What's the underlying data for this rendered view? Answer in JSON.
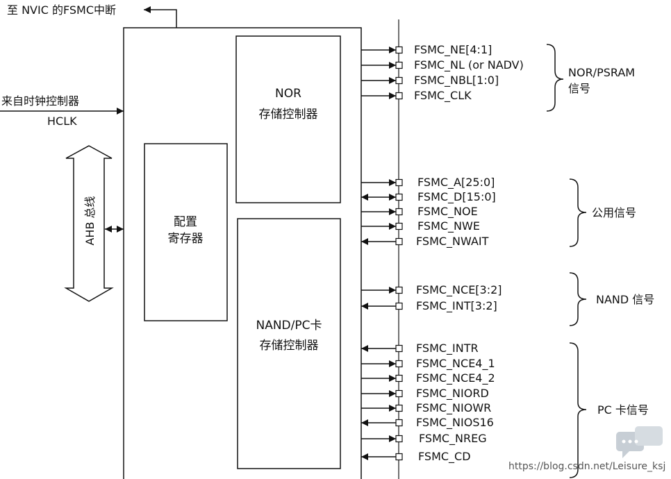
{
  "top_interrupt": "至 NVIC 的FSMC中断",
  "clock_source": "来自时钟控制器",
  "clock_signal": "HCLK",
  "bus_label": "AHB 总线",
  "blocks": {
    "nor_line1": "NOR",
    "nor_line2": "存储控制器",
    "config_line1": "配置",
    "config_line2": "寄存器",
    "nand_line1": "NAND/PC卡",
    "nand_line2": "存储控制器"
  },
  "groups": [
    {
      "name": "NOR/PSRAM",
      "name2": "信号"
    },
    {
      "name": "公用信号"
    },
    {
      "name": "NAND 信号"
    },
    {
      "name": "PC 卡信号"
    }
  ],
  "signals": [
    {
      "label": "FSMC_NE[4:1]",
      "dir": "out"
    },
    {
      "label": "FSMC_NL (or NADV)",
      "dir": "out"
    },
    {
      "label": "FSMC_NBL[1:0]",
      "dir": "out"
    },
    {
      "label": "FSMC_CLK",
      "dir": "out"
    },
    {
      "label": "FSMC_A[25:0]",
      "dir": "out"
    },
    {
      "label": "FSMC_D[15:0]",
      "dir": "bi"
    },
    {
      "label": "FSMC_NOE",
      "dir": "out"
    },
    {
      "label": "FSMC_NWE",
      "dir": "out"
    },
    {
      "label": "FSMC_NWAIT",
      "dir": "in"
    },
    {
      "label": "FSMC_NCE[3:2]",
      "dir": "out"
    },
    {
      "label": "FSMC_INT[3:2]",
      "dir": "in"
    },
    {
      "label": "FSMC_INTR",
      "dir": "in"
    },
    {
      "label": "FSMC_NCE4_1",
      "dir": "out"
    },
    {
      "label": "FSMC_NCE4_2",
      "dir": "out"
    },
    {
      "label": "FSMC_NIORD",
      "dir": "out"
    },
    {
      "label": "FSMC_NIOWR",
      "dir": "out"
    },
    {
      "label": "FSMC_NIOS16",
      "dir": "in"
    },
    {
      "label": "FSMC_NREG",
      "dir": "out"
    },
    {
      "label": "FSMC_CD",
      "dir": "in"
    }
  ],
  "watermark": "https://blog.csdn.net/Leisure_ksj",
  "watermark_icon": "chat-bubbles-icon"
}
